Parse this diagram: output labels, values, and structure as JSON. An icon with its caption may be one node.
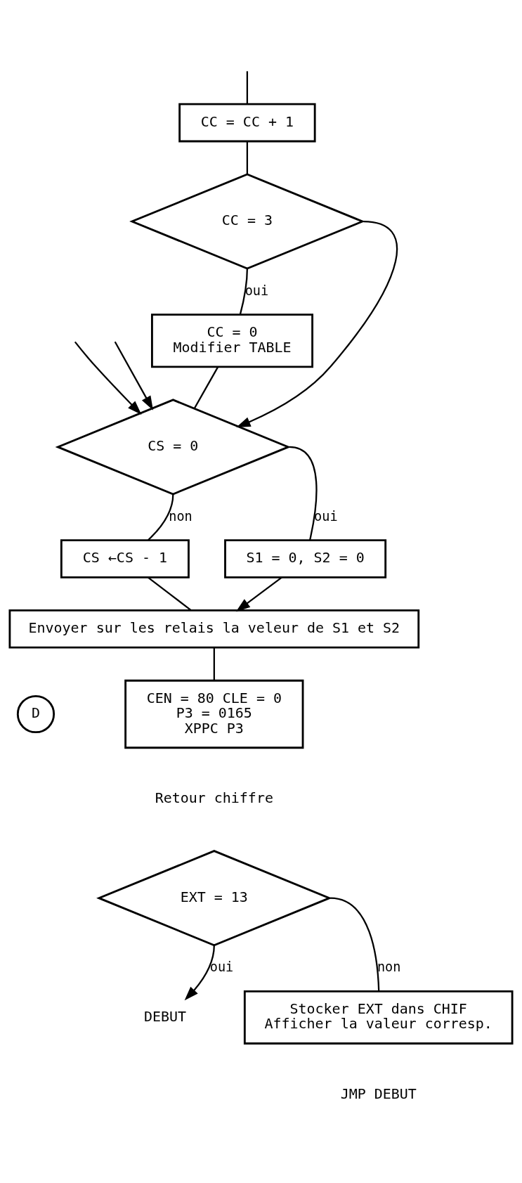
{
  "diagram": {
    "nodes": [
      {
        "text": [
          "CC = CC + 1"
        ]
      },
      {
        "text": [
          "CC = 3"
        ]
      },
      {
        "text": [
          "CC = 0",
          "Modifier TABLE"
        ]
      },
      {
        "text": [
          "CS = 0"
        ]
      },
      {
        "text": [
          "CS ←CS - 1"
        ]
      },
      {
        "text": [
          "S1 = 0, S2 = 0"
        ]
      },
      {
        "text": [
          "Envoyer sur les relais la veleur de S1 et S2"
        ]
      },
      {
        "text": [
          "CEN = 80 CLE = 0",
          "P3 = 0165",
          "XPPC P3"
        ]
      },
      {
        "text": [
          "D"
        ]
      },
      {
        "text": [
          "EXT = 13"
        ]
      },
      {
        "text": [
          "DEBUT"
        ]
      },
      {
        "text": [
          "Stocker EXT dans CHIF",
          "Afficher la valeur corresp."
        ],
        "beside": [
          "JMP DEBUT"
        ]
      }
    ],
    "edges": [
      {
        "from": null,
        "to": 0,
        "arrow": "none"
      },
      {
        "from": 0,
        "to": 1,
        "arrow": "none"
      },
      {
        "from": 1,
        "to": 2,
        "arrow": "none",
        "label": "oui"
      },
      {
        "from": 1,
        "to": 3,
        "arrow": "to"
      },
      {
        "from": 2,
        "to": 3,
        "arrow": "none"
      },
      {
        "from": null,
        "to": 3,
        "arrow": "to"
      },
      {
        "from": null,
        "to": 3,
        "arrow": "to"
      },
      {
        "from": 3,
        "to": 4,
        "arrow": "none",
        "label": "non"
      },
      {
        "from": 3,
        "to": 5,
        "arrow": "none",
        "label": "oui"
      },
      {
        "from": 4,
        "to": 6,
        "arrow": "none"
      },
      {
        "from": 5,
        "to": 6,
        "arrow": "to"
      },
      {
        "from": 6,
        "to": 7,
        "arrow": "none"
      },
      {
        "from": 9,
        "to": 10,
        "arrow": "to",
        "label": "oui"
      },
      {
        "from": 9,
        "to": 11,
        "arrow": "none",
        "label": "non"
      }
    ],
    "labels": [
      "Retour chiffre"
    ]
  }
}
